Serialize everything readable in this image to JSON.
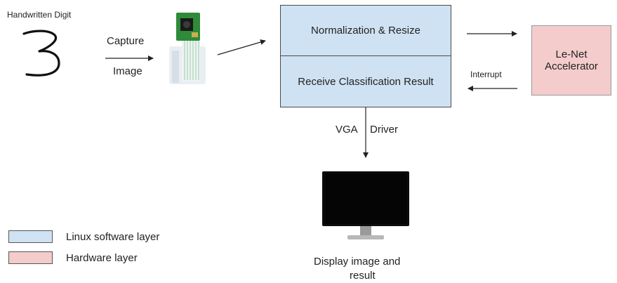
{
  "input": {
    "title": "Handwritten Digit",
    "digit": "3"
  },
  "capture": {
    "line1": "Capture",
    "line2": "Image"
  },
  "software": {
    "top_label": "Normalization & Resize",
    "bottom_label": "Receive Classification Result"
  },
  "hardware": {
    "label_line1": "Le-Net",
    "label_line2": "Accelerator"
  },
  "edges": {
    "interrupt": "Interrupt",
    "vga_left": "VGA",
    "vga_right": "Driver"
  },
  "display": {
    "label_line1": "Display image and",
    "label_line2": "result"
  },
  "legend": [
    {
      "label": "Linux software layer",
      "color": "#cfe2f3"
    },
    {
      "label": "Hardware layer",
      "color": "#f4cccc"
    }
  ],
  "icons": [
    "camera-module-icon",
    "monitor-icon"
  ]
}
